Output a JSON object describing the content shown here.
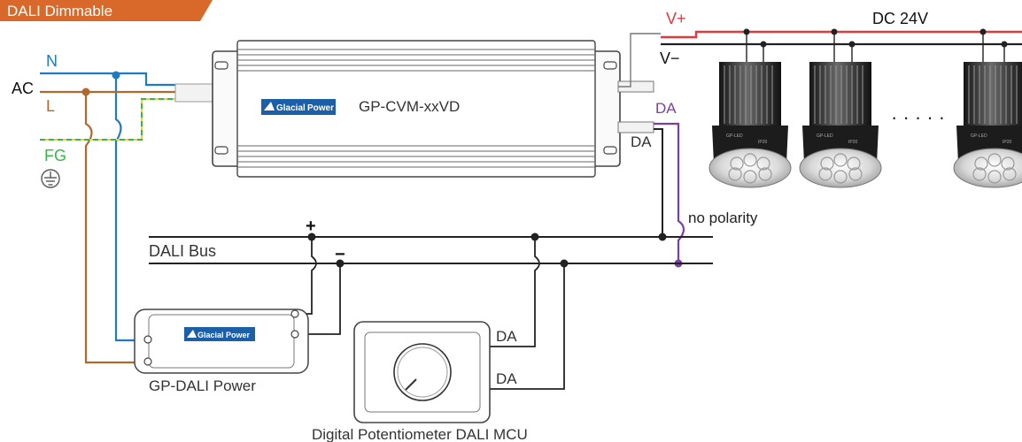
{
  "header": {
    "title": "DALI Dimmable"
  },
  "mains": {
    "ac": "AC",
    "n": "N",
    "l": "L",
    "fg": "FG"
  },
  "driver": {
    "brand_a": "Glacial",
    "brand_b": "Power",
    "model": "GP-CVM-xxVD"
  },
  "output": {
    "vplus": "V+",
    "vminus": "V−",
    "voltage": "DC 24V",
    "more": "· · · · ·"
  },
  "dali_terminals": {
    "da_top": "DA",
    "da_bottom": "DA"
  },
  "bus": {
    "label": "DALI Bus",
    "plus": "+",
    "minus": "−",
    "no_polarity": "no polarity"
  },
  "dali_power": {
    "brand_a": "Glacial",
    "brand_b": "Power",
    "name": "GP-DALI Power"
  },
  "mcu": {
    "da1": "DA",
    "da2": "DA",
    "name": "Digital Potentiometer DALI MCU"
  },
  "colors": {
    "header": "#d8692a",
    "neutral": "#1f7bbf",
    "live": "#b0682e",
    "earth": "#3cb44b",
    "positive": "#e23a3a",
    "dali": "#7b3fa0",
    "wire": "#2b2b2b"
  }
}
